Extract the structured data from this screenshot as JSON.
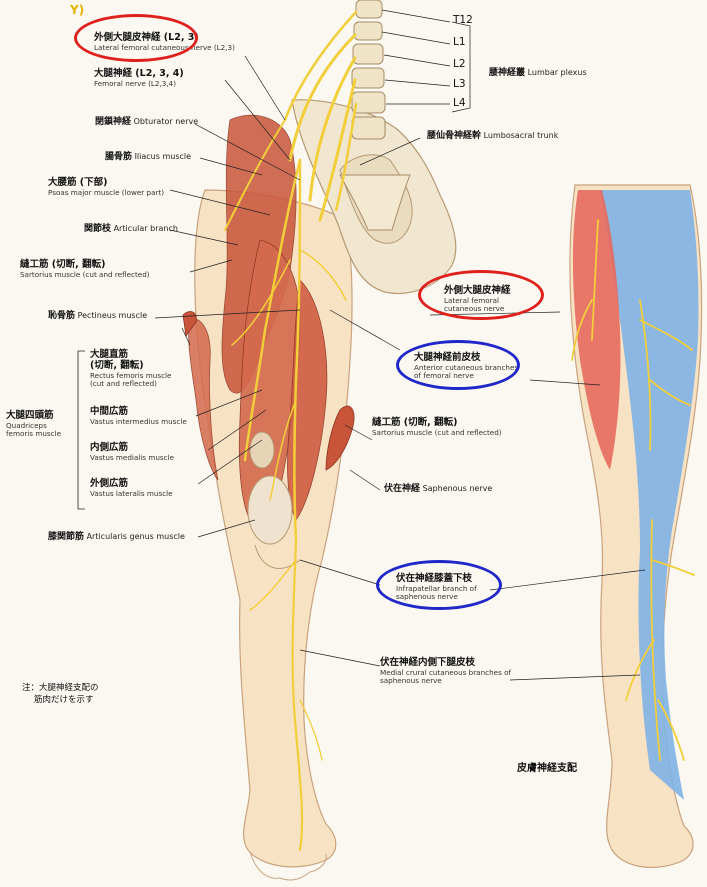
{
  "vertebrae": [
    "T12",
    "L1",
    "L2",
    "L3",
    "L4"
  ],
  "labels": {
    "lfcn_top": {
      "jp": "外側大腿皮神経 (L2, 3)",
      "en": "Lateral femoral cutaneous nerve (L2,3)"
    },
    "femoral": {
      "jp": "大腿神経 (L2, 3, 4)",
      "en": "Femoral nerve (L2,3,4)"
    },
    "obturator": {
      "jp": "閉鎖神経",
      "en": "Obturator nerve"
    },
    "iliacus": {
      "jp": "腸骨筋",
      "en": "Iliacus muscle"
    },
    "psoas": {
      "jp": "大腰筋 (下部)",
      "en": "Psoas major muscle (lower part)"
    },
    "articular": {
      "jp": "関節枝",
      "en": "Articular branch"
    },
    "sartorius_top": {
      "jp": "縫工筋 (切断, 翻転)",
      "en": "Sartorius muscle (cut and reflected)"
    },
    "pectineus": {
      "jp": "恥骨筋",
      "en": "Pectineus muscle"
    },
    "quadriceps": {
      "jp": "大腿四頭筋",
      "en1": "Quadriceps",
      "en2": "femoris muscle"
    },
    "rectus": {
      "jp1": "大腿直筋",
      "jp2": "(切断, 翻転)",
      "en1": "Rectus femoris muscle",
      "en2": "(cut and reflected)"
    },
    "vint": {
      "jp": "中間広筋",
      "en": "Vastus intermedius muscle"
    },
    "vmed": {
      "jp": "内側広筋",
      "en": "Vastus medialis muscle"
    },
    "vlat": {
      "jp": "外側広筋",
      "en": "Vastus lateralis muscle"
    },
    "artgenus": {
      "jp": "膝関節筋",
      "en": "Articularis genus muscle"
    },
    "lumbar_plexus": {
      "jp": "腰神経叢",
      "en": "Lumbar plexus"
    },
    "lumbosacral": {
      "jp": "腰仙骨神経幹",
      "en": "Lumbosacral trunk"
    },
    "lfcn_right": {
      "jp": "外側大腿皮神経",
      "en1": "Lateral femoral",
      "en2": "cutaneous nerve"
    },
    "anterior_cut": {
      "jp": "大腿神経前皮枝",
      "en1": "Anterior cutaneous branches",
      "en2": "of femoral nerve"
    },
    "sartorius_right": {
      "jp": "縫工筋 (切断, 翻転)",
      "en": "Sartorius muscle (cut and reflected)"
    },
    "saphenous": {
      "jp": "伏在神経",
      "en": "Saphenous nerve"
    },
    "infrapatellar": {
      "jp": "伏在神経膝蓋下枝",
      "en1": "Infrapatellar branch of",
      "en2": "saphenous nerve"
    },
    "medial_crural": {
      "jp": "伏在神経内側下腿皮枝",
      "en1": "Medial crural cutaneous branches of",
      "en2": "saphenous nerve"
    }
  },
  "note": {
    "line1": "注：大腿神経支配の",
    "line2": "筋肉だけを示す"
  },
  "cutaneous_title": "皮膚神経支配",
  "corner_mark": "Y)",
  "colors": {
    "red_ring": "#e0201c",
    "blue_ring": "#1f27c8",
    "nerve": "#f2cf3a",
    "muscle": "#c8553a",
    "blue_zone": "#7fb2e6",
    "red_zone": "#e56a5f"
  }
}
